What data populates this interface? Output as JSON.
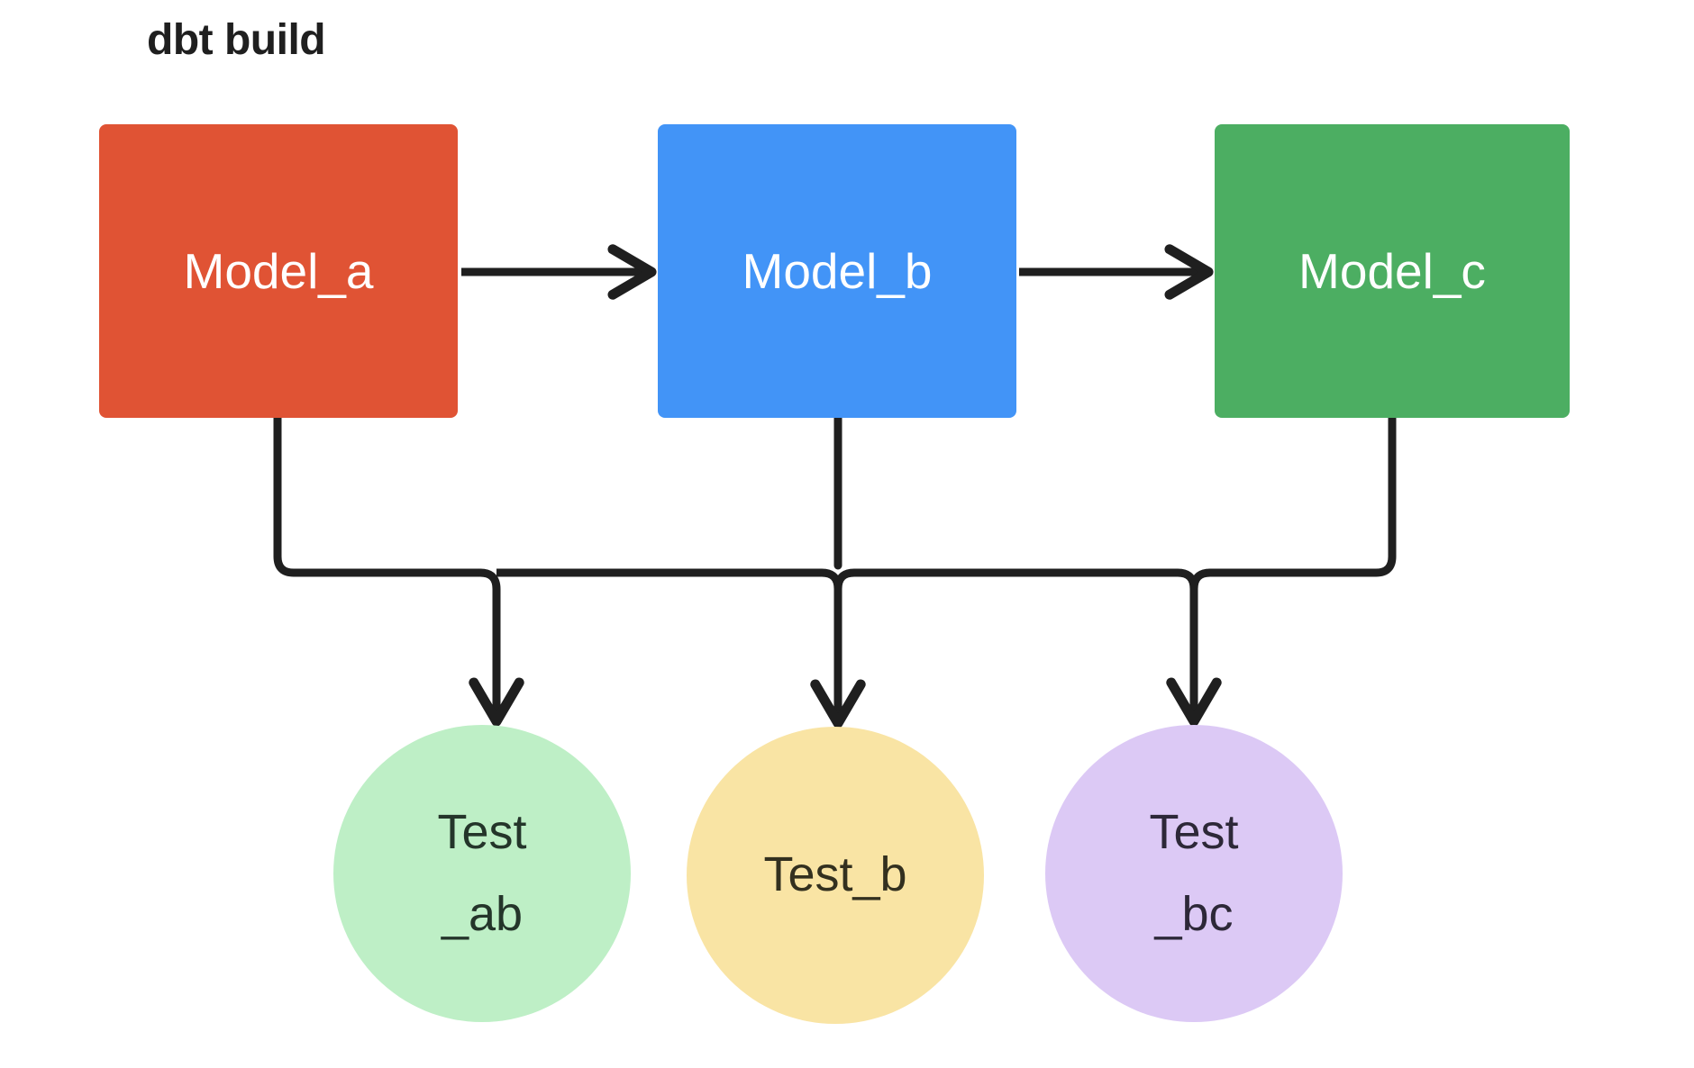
{
  "title": "dbt build",
  "colors": {
    "model_a": "#e05334",
    "model_b": "#4294f7",
    "model_c": "#4cae62",
    "test_ab": "#beefc6",
    "test_b": "#f9e4a4",
    "test_bc": "#dcc9f5",
    "edge": "#1f1f1f",
    "background": "#ffffff",
    "model_label": "#ffffff"
  },
  "nodes": {
    "model_a": {
      "label": "Model_a",
      "shape": "rounded-rectangle"
    },
    "model_b": {
      "label": "Model_b",
      "shape": "rounded-rectangle"
    },
    "model_c": {
      "label": "Model_c",
      "shape": "rounded-rectangle"
    },
    "test_ab": {
      "label": "Test_ab",
      "line1": "Test",
      "line2": "_ab",
      "shape": "circle"
    },
    "test_b": {
      "label": "Test_b",
      "line1": "Test_b",
      "line2": "",
      "shape": "circle"
    },
    "test_bc": {
      "label": "Test_bc",
      "line1": "Test",
      "line2": "_bc",
      "shape": "circle"
    }
  },
  "edges": [
    {
      "from": "Model_a",
      "to": "Model_b",
      "style": "arrow-right"
    },
    {
      "from": "Model_b",
      "to": "Model_c",
      "style": "arrow-right"
    },
    {
      "from": "Model_a",
      "to": "Test_ab",
      "style": "elbow-arrow-down"
    },
    {
      "from": "Model_b",
      "to": "Test_ab",
      "style": "elbow-arrow-down"
    },
    {
      "from": "Model_b",
      "to": "Test_b",
      "style": "arrow-down"
    },
    {
      "from": "Model_b",
      "to": "Test_bc",
      "style": "elbow-arrow-down"
    },
    {
      "from": "Model_c",
      "to": "Test_bc",
      "style": "elbow-arrow-down"
    }
  ]
}
